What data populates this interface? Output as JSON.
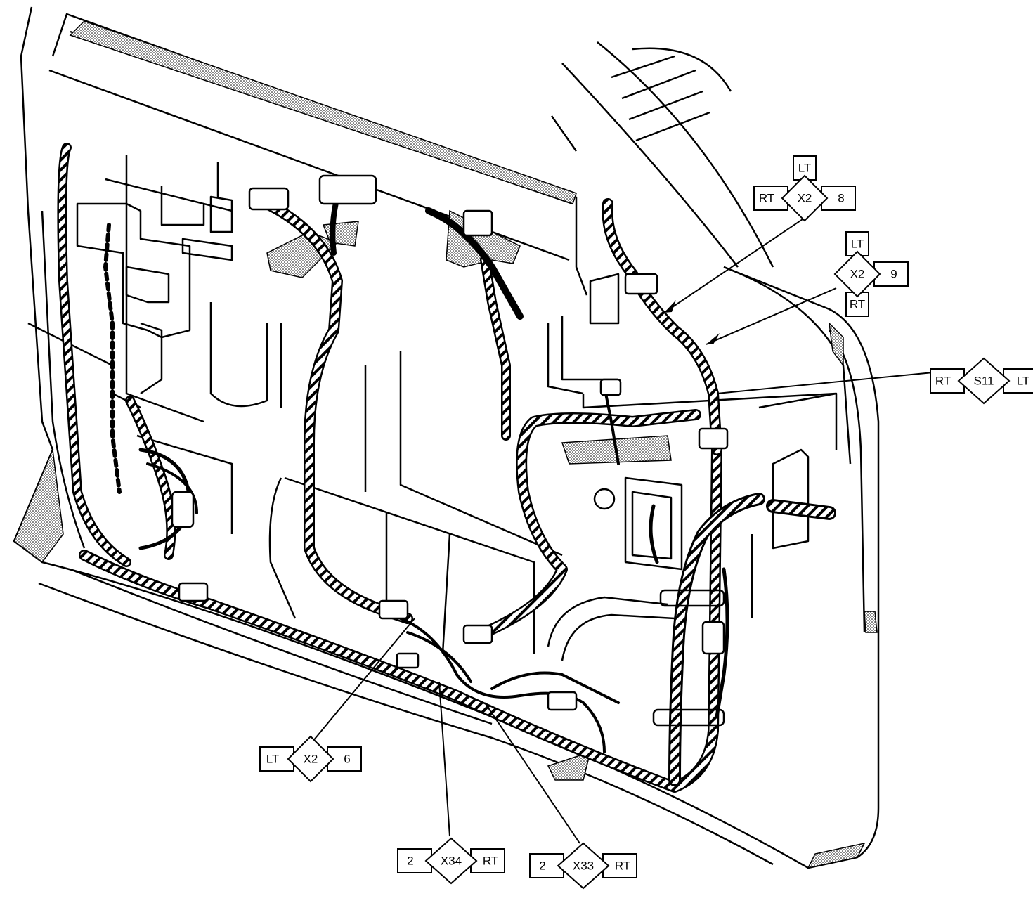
{
  "connector_labels": [
    {
      "id": "x2-8",
      "top": "LT",
      "left": "RT",
      "center": "X2",
      "right": "8",
      "bottom": ""
    },
    {
      "id": "x2-9",
      "top": "LT",
      "left": "",
      "center": "X2",
      "right": "9",
      "bottom": "RT"
    },
    {
      "id": "s11",
      "top": "",
      "left": "RT",
      "center": "S11",
      "right": "LT",
      "bottom": ""
    },
    {
      "id": "x2-6",
      "top": "",
      "left": "LT",
      "center": "X2",
      "right": "6",
      "bottom": ""
    },
    {
      "id": "x34",
      "top": "",
      "left": "2",
      "center": "X34",
      "right": "RT",
      "bottom": ""
    },
    {
      "id": "x33",
      "top": "",
      "left": "2",
      "center": "X33",
      "right": "RT",
      "bottom": ""
    }
  ]
}
